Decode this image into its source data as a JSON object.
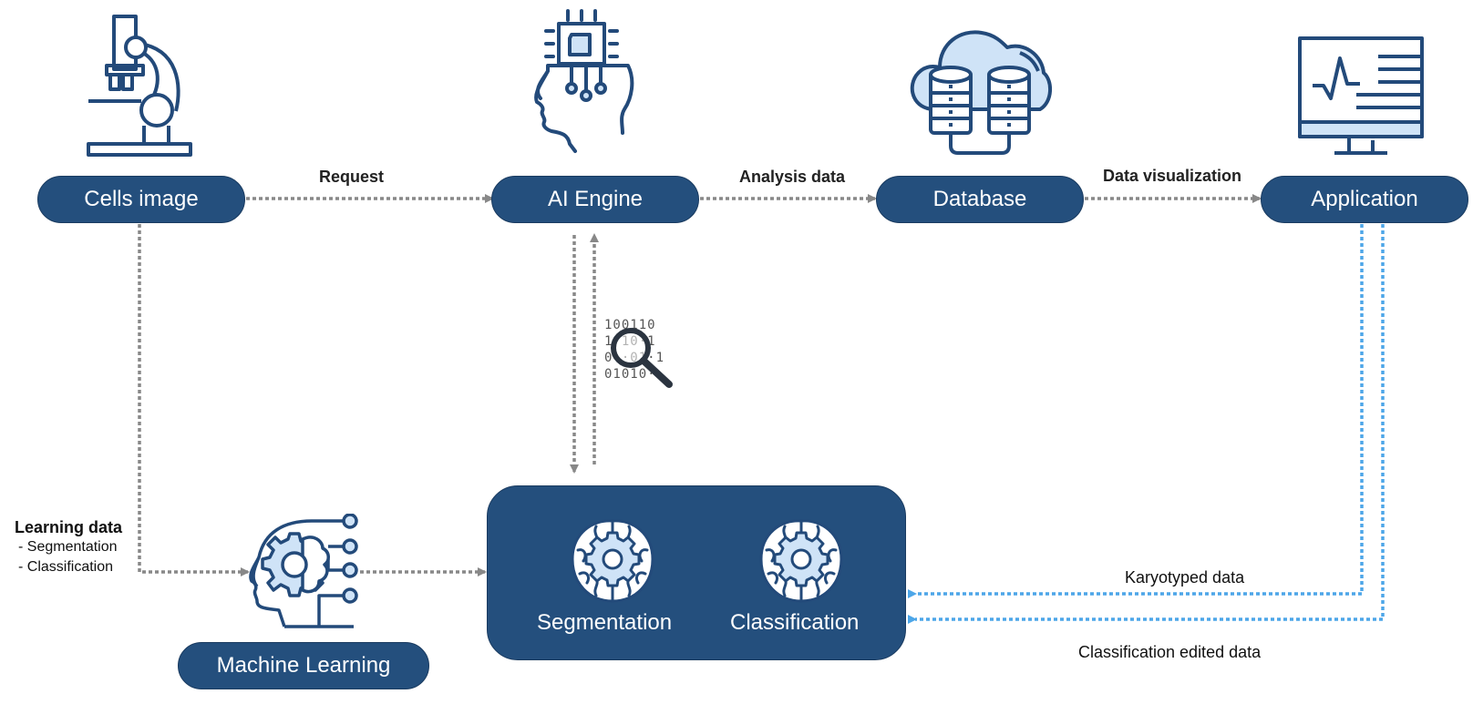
{
  "nodes": {
    "cells_image": "Cells image",
    "ai_engine": "AI Engine",
    "database": "Database",
    "application": "Application",
    "machine_learning": "Machine Learning"
  },
  "modules": {
    "segmentation": "Segmentation",
    "classification": "Classification"
  },
  "edges": {
    "request": "Request",
    "analysis_data": "Analysis data",
    "data_visualization": "Data visualization",
    "learning_data_title": "Learning data",
    "learning_data_item1": "- Segmentation",
    "learning_data_item2": "- Classification",
    "karyotyped_data": "Karyotyped data",
    "classification_edited_data": "Classification edited data"
  },
  "binary_lines": [
    "100110",
    "1·10·1",
    "0··01·1",
    "01010·"
  ],
  "icons": [
    "microscope-icon",
    "ai-head-chip-icon",
    "cloud-database-icon",
    "monitor-chart-icon",
    "binary-search-icon",
    "ml-head-gear-icon",
    "brain-gear-icon"
  ],
  "colors": {
    "node_fill": "#244f7d",
    "icon_stroke": "#234a7a",
    "icon_fill_light": "#cfe3f7",
    "gray_arrow": "#888888",
    "blue_arrow": "#4da6e8"
  }
}
